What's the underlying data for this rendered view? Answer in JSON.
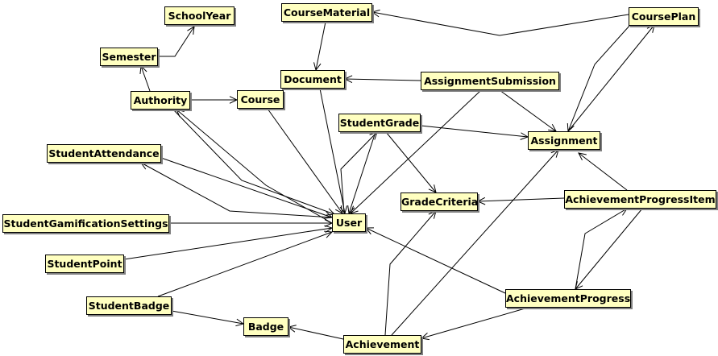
{
  "diagram": {
    "node_color": "#ffffc0",
    "border_color": "#000000",
    "shadow_color": "#808080",
    "nodes": {
      "SchoolYear": "SchoolYear",
      "CourseMaterial": "CourseMaterial",
      "CoursePlan": "CoursePlan",
      "Semester": "Semester",
      "Document": "Document",
      "AssignmentSubmission": "AssignmentSubmission",
      "Authority": "Authority",
      "Course": "Course",
      "StudentGrade": "StudentGrade",
      "Assignment": "Assignment",
      "StudentAttendance": "StudentAttendance",
      "GradeCriteria": "GradeCriteria",
      "AchievementProgressItem": "AchievementProgressItem",
      "StudentGamificationSettings": "StudentGamificationSettings",
      "User": "User",
      "StudentPoint": "StudentPoint",
      "AchievementProgress": "AchievementProgress",
      "StudentBadge": "StudentBadge",
      "Badge": "Badge",
      "Achievement": "Achievement"
    },
    "edges": [
      {
        "from": "Semester",
        "to": "SchoolYear"
      },
      {
        "from": "Authority",
        "to": "Semester"
      },
      {
        "from": "Authority",
        "to": "Course"
      },
      {
        "from": "Authority",
        "to": "User"
      },
      {
        "from": "User",
        "to": "Authority"
      },
      {
        "from": "CoursePlan",
        "to": "CourseMaterial"
      },
      {
        "from": "CourseMaterial",
        "to": "Document"
      },
      {
        "from": "CoursePlan",
        "to": "Assignment"
      },
      {
        "from": "Assignment",
        "to": "CoursePlan"
      },
      {
        "from": "AssignmentSubmission",
        "to": "Document"
      },
      {
        "from": "AssignmentSubmission",
        "to": "Assignment"
      },
      {
        "from": "AssignmentSubmission",
        "to": "User"
      },
      {
        "from": "Document",
        "to": "User"
      },
      {
        "from": "Course",
        "to": "User"
      },
      {
        "from": "StudentGrade",
        "to": "Assignment"
      },
      {
        "from": "StudentGrade",
        "to": "GradeCriteria"
      },
      {
        "from": "StudentGrade",
        "to": "User"
      },
      {
        "from": "User",
        "to": "StudentGrade"
      },
      {
        "from": "StudentAttendance",
        "to": "User"
      },
      {
        "from": "User",
        "to": "StudentAttendance"
      },
      {
        "from": "StudentGamificationSettings",
        "to": "User"
      },
      {
        "from": "StudentPoint",
        "to": "User"
      },
      {
        "from": "StudentBadge",
        "to": "User"
      },
      {
        "from": "StudentBadge",
        "to": "Badge"
      },
      {
        "from": "AchievementProgressItem",
        "to": "Assignment"
      },
      {
        "from": "AchievementProgressItem",
        "to": "GradeCriteria"
      },
      {
        "from": "AchievementProgressItem",
        "to": "AchievementProgress"
      },
      {
        "from": "AchievementProgress",
        "to": "AchievementProgressItem"
      },
      {
        "from": "AchievementProgress",
        "to": "User"
      },
      {
        "from": "AchievementProgress",
        "to": "Achievement"
      },
      {
        "from": "Achievement",
        "to": "Badge"
      },
      {
        "from": "Achievement",
        "to": "GradeCriteria"
      },
      {
        "from": "Achievement",
        "to": "Assignment"
      }
    ]
  }
}
